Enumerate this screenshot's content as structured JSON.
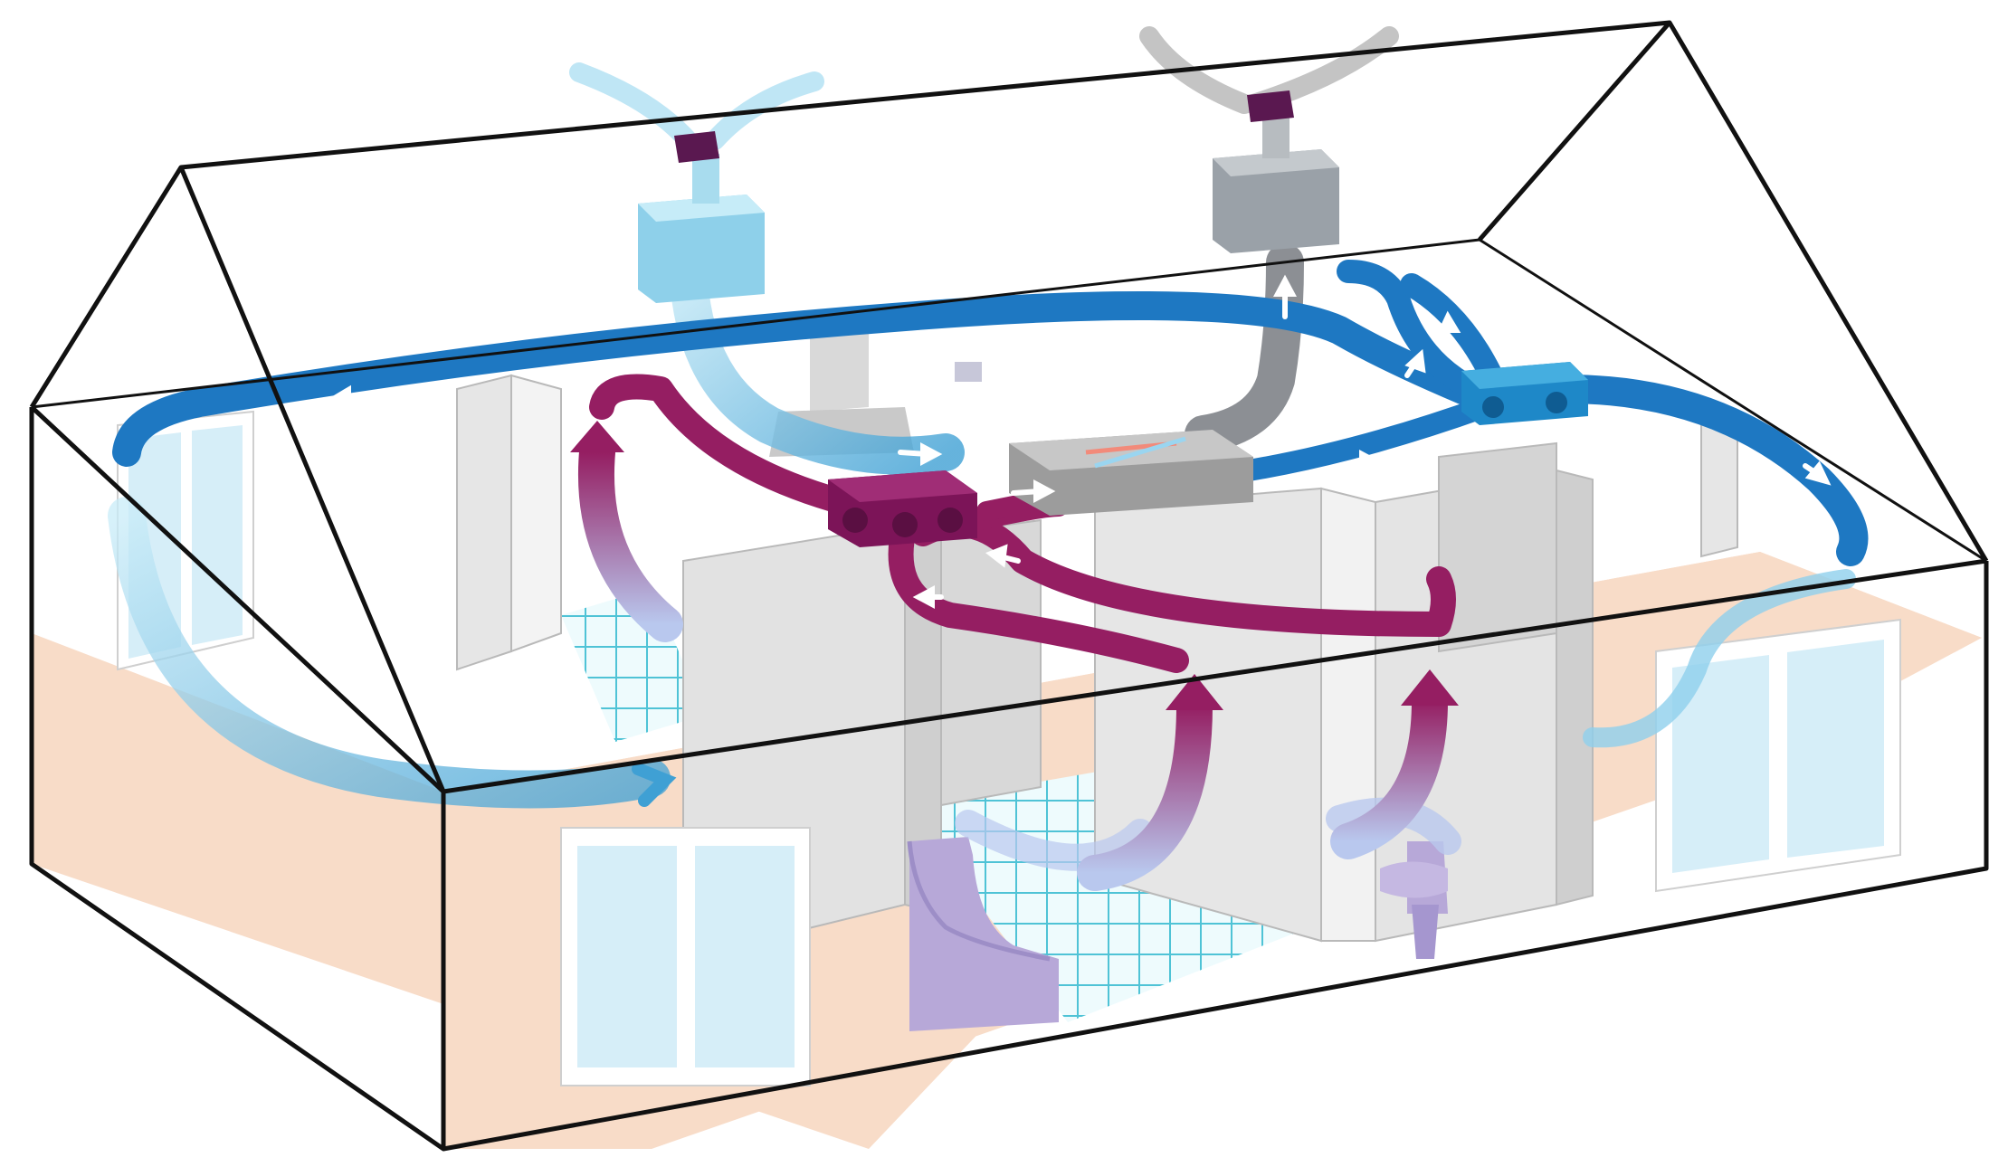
{
  "colors": {
    "background": "#ffffff",
    "outline": "#111111",
    "floor": "#f8dcc8",
    "wall": "#e6e6e6",
    "wall_edge": "#b9b9b9",
    "window_frame": "#ffffff",
    "glass": "#d6eef8",
    "tile_line": "#4fc3d6",
    "tile_bg": "#eefbfd",
    "fresh_air": "#1e78c2",
    "fresh_air_light": "#8fd0ec",
    "extract_air": "#951e62",
    "extract_air_light": "#b48ad2",
    "exhaust_air": "#8c8f94",
    "intake_unit": "#8ed0ea",
    "exhaust_unit": "#9aa1a8",
    "heat_recovery_unit": "#9c9c9c",
    "roof_cap": "#5a1850",
    "arrow_head": "#ffffff"
  },
  "components": [
    {
      "name": "outdoor-air-intake-unit",
      "icon": "duct-box-icon"
    },
    {
      "name": "exhaust-air-outlet-unit",
      "icon": "duct-box-icon"
    },
    {
      "name": "heat-recovery-ventilation-unit",
      "icon": "hrv-unit-icon"
    },
    {
      "name": "extract-air-manifold",
      "icon": "manifold-icon"
    },
    {
      "name": "supply-air-distributor",
      "icon": "distributor-icon"
    }
  ],
  "fixtures": [
    {
      "name": "bathtub",
      "icon": "bathtub-icon"
    },
    {
      "name": "toilet",
      "icon": "toilet-icon"
    },
    {
      "name": "kitchen-hood",
      "icon": "range-hood-icon"
    },
    {
      "name": "windows",
      "icon": "window-icon"
    }
  ]
}
